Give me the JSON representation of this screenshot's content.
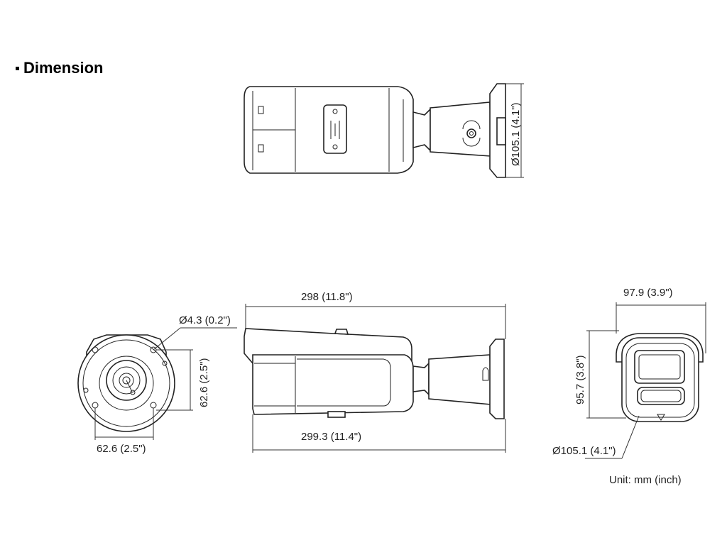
{
  "heading": {
    "text": "Dimension"
  },
  "top_view": {
    "mount_diameter": "Ø105.1 (4.1\")"
  },
  "front_view": {
    "hole_diameter": "Ø4.3 (0.2\")",
    "hole_spacing_vertical": "62.6 (2.5\")",
    "hole_spacing_horizontal": "62.6 (2.5\")"
  },
  "side_view": {
    "length_top": "298 (11.8\")",
    "length_bottom": "299.3 (11.4\")"
  },
  "rear_view": {
    "width": "97.9 (3.9\")",
    "height": "95.7 (3.8\")",
    "mount_diameter": "Ø105.1 (4.1\")"
  },
  "unit_note": "Unit: mm (inch)"
}
